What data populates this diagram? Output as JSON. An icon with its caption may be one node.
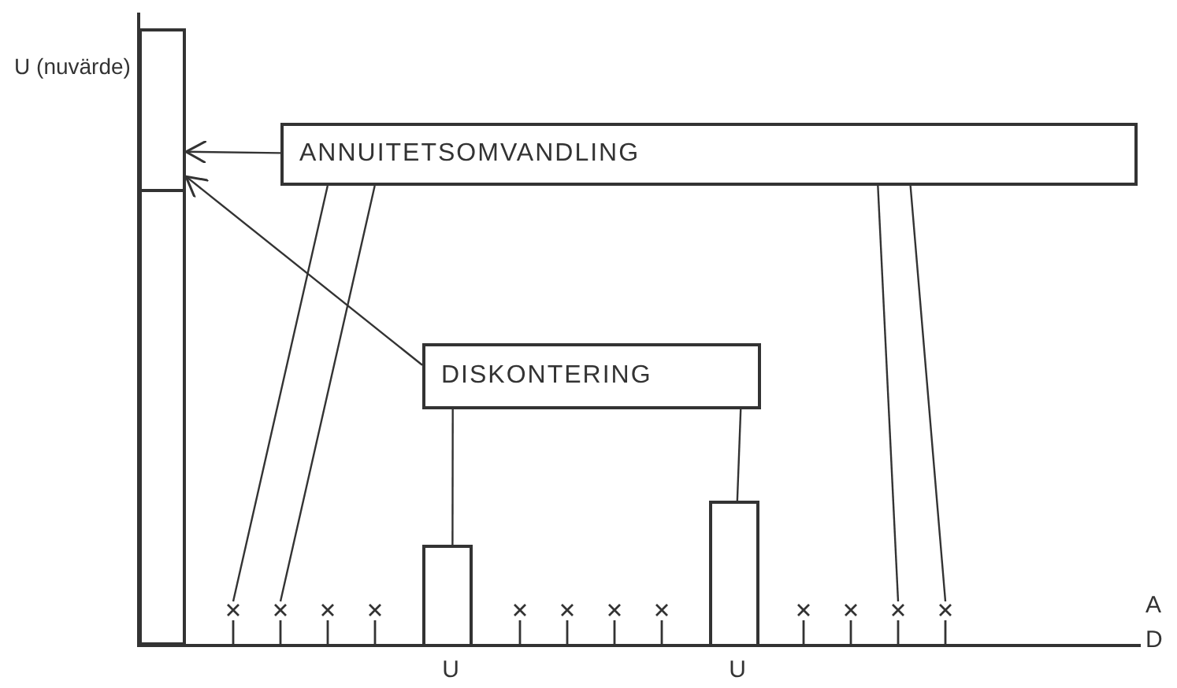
{
  "diagram": {
    "nodes": [
      {
        "text": [
          "U (nuvärde)"
        ]
      },
      {
        "text": [
          "ANNUITETSOMVANDLING"
        ]
      },
      {
        "text": [
          "DISKONTERING"
        ]
      },
      {
        "text": [],
        "shape": "cross"
      },
      {
        "text": [],
        "shape": "cross"
      },
      {
        "text": [],
        "shape": "cross"
      },
      {
        "text": [],
        "shape": "cross"
      },
      {
        "text": [
          "U"
        ]
      },
      {
        "text": [],
        "shape": "cross"
      },
      {
        "text": [],
        "shape": "cross"
      },
      {
        "text": [],
        "shape": "cross"
      },
      {
        "text": [],
        "shape": "cross"
      },
      {
        "text": [
          "U"
        ]
      },
      {
        "text": [],
        "shape": "cross"
      },
      {
        "text": [],
        "shape": "cross"
      },
      {
        "text": [],
        "shape": "cross"
      },
      {
        "text": [],
        "shape": "cross"
      }
    ],
    "edges": [
      {
        "from": 1,
        "to": 0,
        "arrow": "to"
      },
      {
        "from": 2,
        "to": 0,
        "arrow": "to"
      },
      {
        "from": 2,
        "to": 7,
        "arrow": "none"
      },
      {
        "from": 2,
        "to": 12,
        "arrow": "none"
      },
      {
        "from": 1,
        "to": 3,
        "arrow": "none"
      },
      {
        "from": 1,
        "to": 4,
        "arrow": "none"
      },
      {
        "from": 1,
        "to": 15,
        "arrow": "none"
      },
      {
        "from": 1,
        "to": 16,
        "arrow": "none"
      }
    ],
    "labels": [
      "A",
      "D"
    ]
  }
}
